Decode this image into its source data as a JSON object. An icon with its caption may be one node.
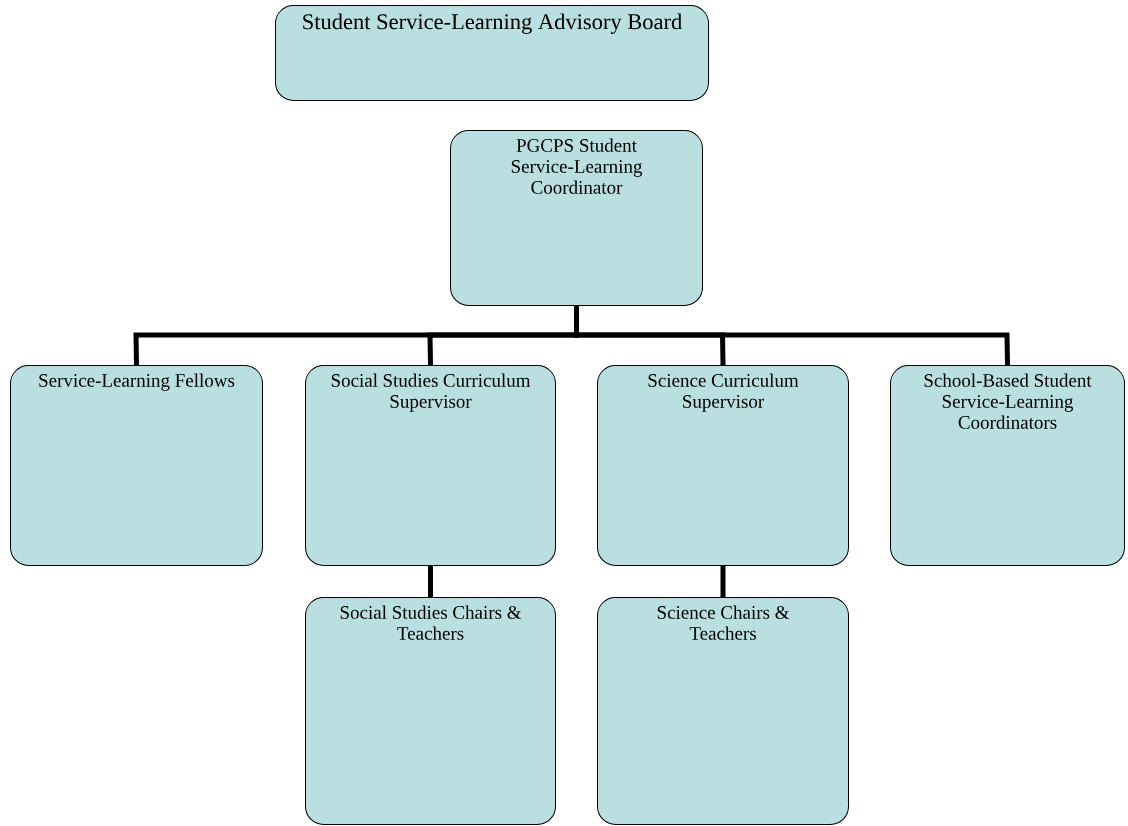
{
  "diagram": {
    "nodes": [
      {
        "text": [
          "Student Service-Learning Advisory Board"
        ]
      },
      {
        "text": [
          "PGCPS Student Service-Learning Coordinator"
        ]
      },
      {
        "text": [
          "Service-Learning Fellows"
        ]
      },
      {
        "text": [
          "Social Studies Curriculum Supervisor"
        ]
      },
      {
        "text": [
          "Science Curriculum Supervisor"
        ]
      },
      {
        "text": [
          "School-Based Student Service-Learning Coordinators"
        ]
      },
      {
        "text": [
          "Social Studies Chairs & Teachers"
        ]
      },
      {
        "text": [
          "Science Chairs & Teachers"
        ]
      }
    ],
    "edges": [
      {
        "from": 1,
        "to": 2,
        "arrow": "none"
      },
      {
        "from": 1,
        "to": 3,
        "arrow": "none"
      },
      {
        "from": 1,
        "to": 4,
        "arrow": "none"
      },
      {
        "from": 1,
        "to": 5,
        "arrow": "none"
      },
      {
        "from": 3,
        "to": 6,
        "arrow": "none"
      },
      {
        "from": 4,
        "to": 7,
        "arrow": "none"
      }
    ]
  }
}
